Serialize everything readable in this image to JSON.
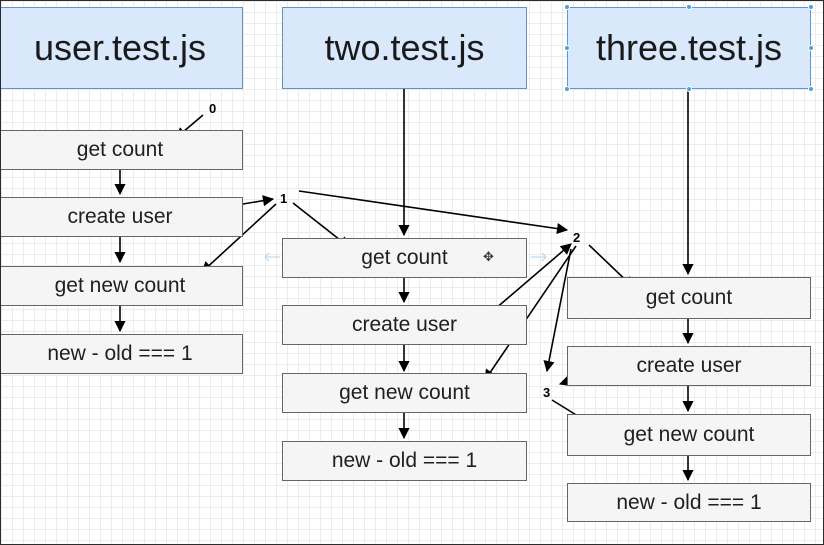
{
  "colors": {
    "header_fill": "#dae8fc",
    "header_stroke": "#6c8ebf",
    "step_fill": "#f5f5f5",
    "step_stroke": "#666666",
    "selection": "#4aa3df"
  },
  "columns": [
    {
      "title": "user.test.js",
      "steps": [
        "get count",
        "create user",
        "get new count",
        "new - old === 1"
      ]
    },
    {
      "title": "two.test.js",
      "steps": [
        "get count",
        "create user",
        "get new count",
        "new - old === 1"
      ]
    },
    {
      "title": "three.test.js",
      "steps": [
        "get count",
        "create user",
        "get new count",
        "new - old === 1"
      ]
    }
  ],
  "markers": [
    "0",
    "1",
    "2",
    "3"
  ],
  "icons": [
    "move-cursor-icon"
  ]
}
